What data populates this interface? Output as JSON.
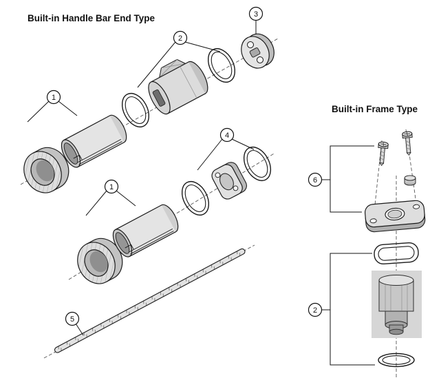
{
  "titles": {
    "handlebar_type": "Built-in Handle Bar End Type",
    "frame_type": "Built-in Frame Type"
  },
  "callouts": {
    "c1a": "1",
    "c2a": "2",
    "c3": "3",
    "c4": "4",
    "c1b": "1",
    "c5": "5",
    "c6": "6",
    "c2b": "2"
  },
  "colors": {
    "line": "#1a1a1a",
    "part_fill_light": "#e3e3e3",
    "part_fill_mid": "#c9c9c9",
    "part_fill_dark": "#9a9a9a",
    "highlight_panel": "#d6d6d6",
    "background": "#ffffff"
  }
}
